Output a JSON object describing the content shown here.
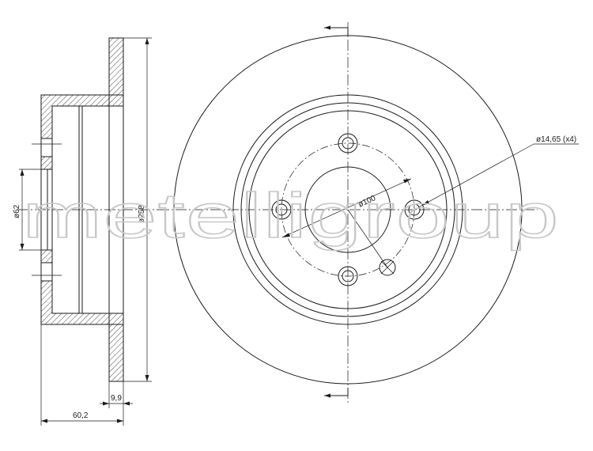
{
  "dimensions": {
    "hub_bore": "ø62",
    "outer_diameter": "ø258",
    "bolt_circle": "ø100",
    "bolt_holes": "ø14,65 (x4)",
    "disc_thickness": "9,9",
    "overall_height": "60,2"
  },
  "watermark": "metelligroup",
  "colors": {
    "line": "#1a1a1a",
    "watermark": "#c8c8c8"
  }
}
